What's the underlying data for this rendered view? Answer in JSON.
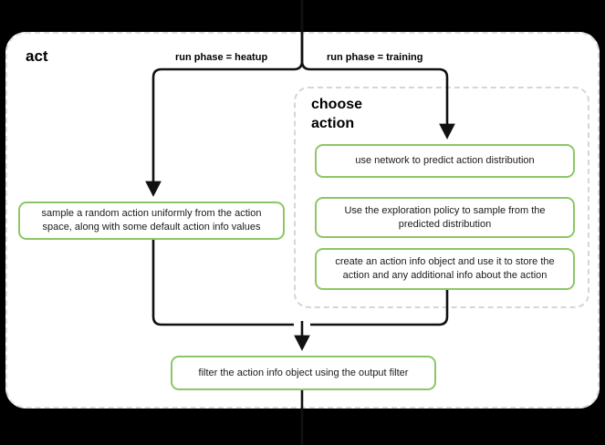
{
  "diagram": {
    "type": "flowchart",
    "outer_panel": {
      "title": "act",
      "border_style": "dashed",
      "border_color": "#dcdcdc"
    },
    "inner_panel": {
      "title": "choose\naction",
      "title_line1": "choose",
      "title_line2": "action",
      "border_style": "dashed",
      "border_color": "#d6d6d6"
    },
    "edge_labels": {
      "heatup": "run phase = heatup",
      "training": "run phase = training"
    },
    "nodes": {
      "sample_random": "sample a random action uniformly from the action space, along with some default action info values",
      "use_network": "use network to predict action distribution",
      "exploration": "Use the exploration policy to sample from the predicted distribution",
      "action_info": "create an action info object and use it to store the action and any additional info about the action",
      "filter": "filter the action info object using the output filter"
    },
    "colors": {
      "node_border": "#8cc765",
      "node_fill": "#ffffff",
      "connector": "#111111",
      "panel_border": "#dcdcdc",
      "background": "#000000",
      "canvas": "#ffffff"
    }
  }
}
